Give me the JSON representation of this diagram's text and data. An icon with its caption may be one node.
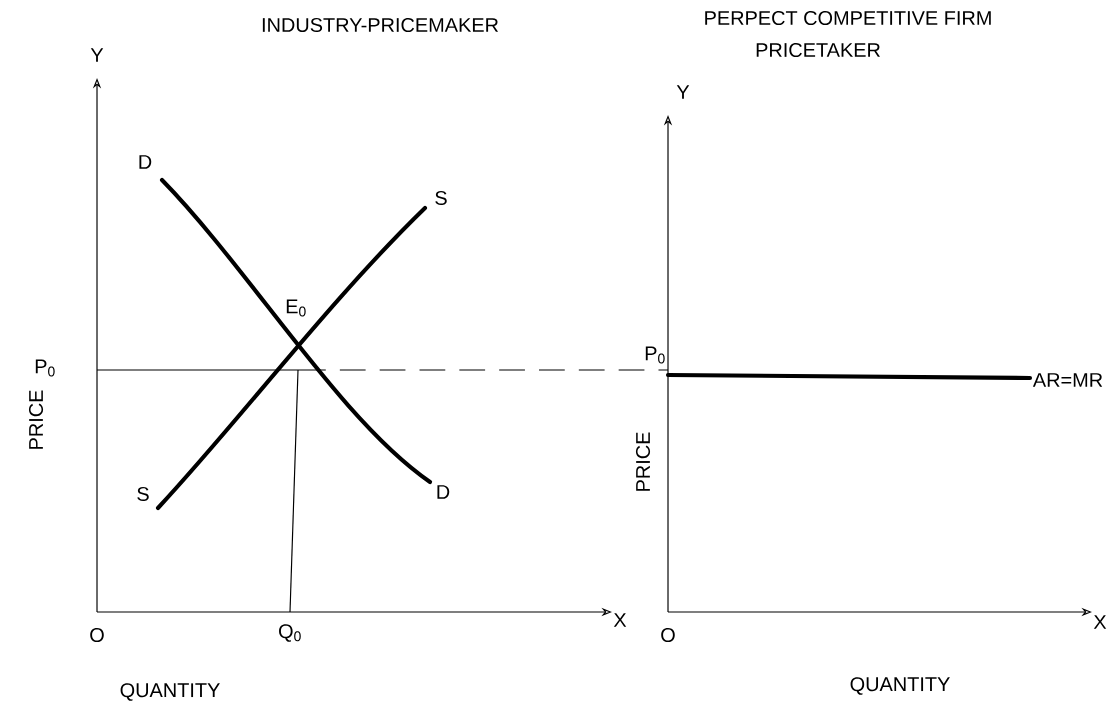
{
  "diagram": {
    "labels": [
      "INDUSTRY-PRICEMAKER",
      "PERPECT COMPETITIVE FIRM",
      "PRICETAKER",
      "Y",
      "Y",
      "D",
      "S",
      "E$_{0}$",
      "P$_{0}$",
      "P$_{0}$",
      "AR=MR",
      "PRICE",
      "PRICE",
      "S",
      "D",
      "O",
      "X",
      "O",
      "X",
      "Q$_{0}$",
      "QUANTITY",
      "QUANTITY"
    ]
  }
}
